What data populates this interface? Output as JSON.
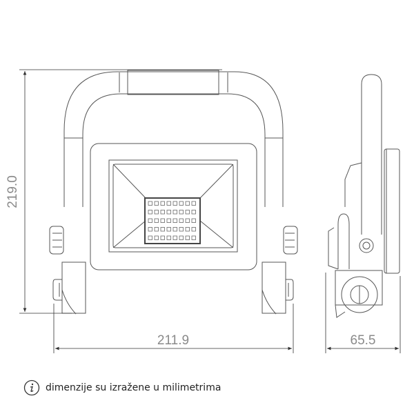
{
  "dimensions": {
    "height": "219.0",
    "width": "211.9",
    "depth": "65.5"
  },
  "note": {
    "icon": "info-icon",
    "text": "dimenzije su izražene u milimetrima"
  },
  "colors": {
    "line": "#555555",
    "dimension_text": "#8a8a8a"
  }
}
